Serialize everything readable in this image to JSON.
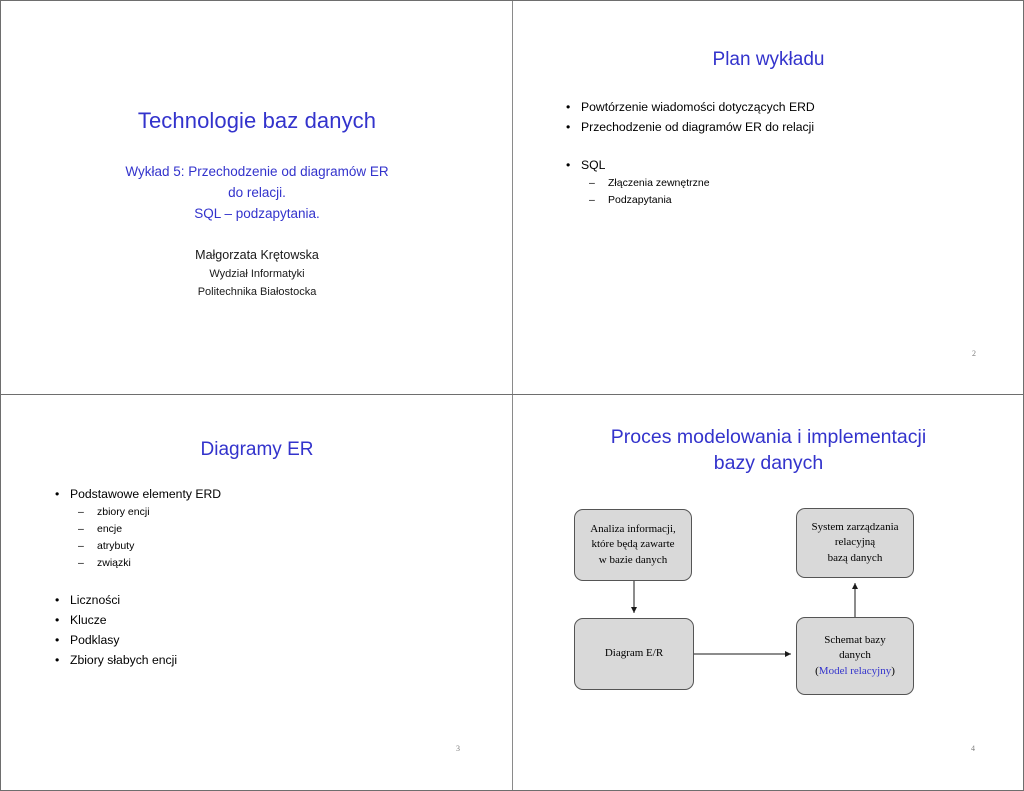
{
  "document": {
    "kind": "presentation-handout",
    "layout": "2x2",
    "accent_color": "#3333cc",
    "text_color": "#000000",
    "node_fill_color": "#d9d9d9",
    "node_border_color": "#555555",
    "page_number_color": "#7d7d7d"
  },
  "slides": [
    {
      "number": "",
      "title": "Technologie baz danych",
      "subtitle_lines": [
        "Wykład 5: Przechodzenie od diagramów ER",
        "do relacji.",
        "SQL – podzapytania."
      ],
      "author": "Małgorzata Krętowska",
      "department": "Wydział Informatyki",
      "school": "Politechnika Białostocka"
    },
    {
      "number": "2",
      "title": "Plan wykładu",
      "bullets": [
        {
          "level": 1,
          "text": "Powtórzenie wiadomości dotyczących ERD"
        },
        {
          "level": 1,
          "text": "Przechodzenie od diagramów ER do relacji"
        },
        {
          "level": 1,
          "text": "SQL"
        },
        {
          "level": 2,
          "text": "Złączenia zewnętrzne"
        },
        {
          "level": 2,
          "text": "Podzapytania"
        }
      ]
    },
    {
      "number": "3",
      "title": "Diagramy ER",
      "bullets": [
        {
          "level": 1,
          "text": "Podstawowe elementy ERD"
        },
        {
          "level": 2,
          "text": "zbiory encji"
        },
        {
          "level": 2,
          "text": "encje"
        },
        {
          "level": 2,
          "text": "atrybuty"
        },
        {
          "level": 2,
          "text": "związki"
        },
        {
          "level": 1,
          "text": "Liczności"
        },
        {
          "level": 1,
          "text": "Klucze"
        },
        {
          "level": 1,
          "text": "Podklasy"
        },
        {
          "level": 1,
          "text": "Zbiory słabych encji"
        }
      ]
    },
    {
      "number": "4",
      "title_lines": [
        "Proces modelowania i implementacji",
        "bazy danych"
      ],
      "diagram": {
        "nodes": [
          {
            "id": "analiza",
            "lines": [
              "Analiza informacji,",
              "które będą zawarte",
              "w bazie danych"
            ]
          },
          {
            "id": "diagram-er",
            "lines": [
              "Diagram E/R"
            ]
          },
          {
            "id": "system",
            "lines": [
              "System zarządzania",
              "relacyjną",
              "bazą danych"
            ]
          },
          {
            "id": "schemat",
            "lines": [
              "Schemat bazy",
              "danych"
            ],
            "accent_prefix": "(",
            "accent_text": "Model relacyjny",
            "accent_suffix": ")"
          }
        ],
        "edges": [
          {
            "from": "analiza",
            "to": "diagram-er",
            "direction": "down"
          },
          {
            "from": "diagram-er",
            "to": "schemat",
            "direction": "right"
          },
          {
            "from": "schemat",
            "to": "system",
            "direction": "up"
          }
        ]
      }
    }
  ],
  "bullet_marks": {
    "level1": "•",
    "level2": "–"
  }
}
